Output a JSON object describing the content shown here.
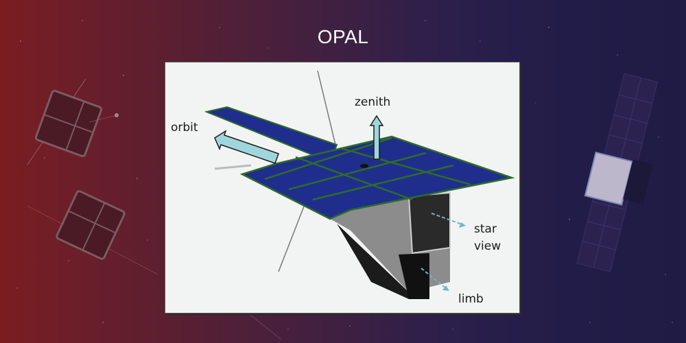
{
  "slide": {
    "title": "OPAL",
    "background": {
      "gradient_left": "#7a1d22",
      "gradient_right": "#201b45"
    }
  },
  "figure": {
    "subject": "OPAL CubeSat with deployed solar panels",
    "labels": {
      "orbit": "orbit",
      "zenith": "zenith",
      "star_view_line1": "star",
      "star_view_line2": "view",
      "limb": "limb"
    },
    "colors": {
      "solar_panel": "#1f2e8c",
      "panel_frame": "#2f6b2a",
      "arrow_fill": "#9fd6dc",
      "dashed_arrow": "#6fb8c2",
      "body_gray": "#8c8c8c"
    }
  },
  "decorations": {
    "left_satellites": "cubesat-silhouettes",
    "right_satellite": "cubesat-with-solar-wing"
  }
}
